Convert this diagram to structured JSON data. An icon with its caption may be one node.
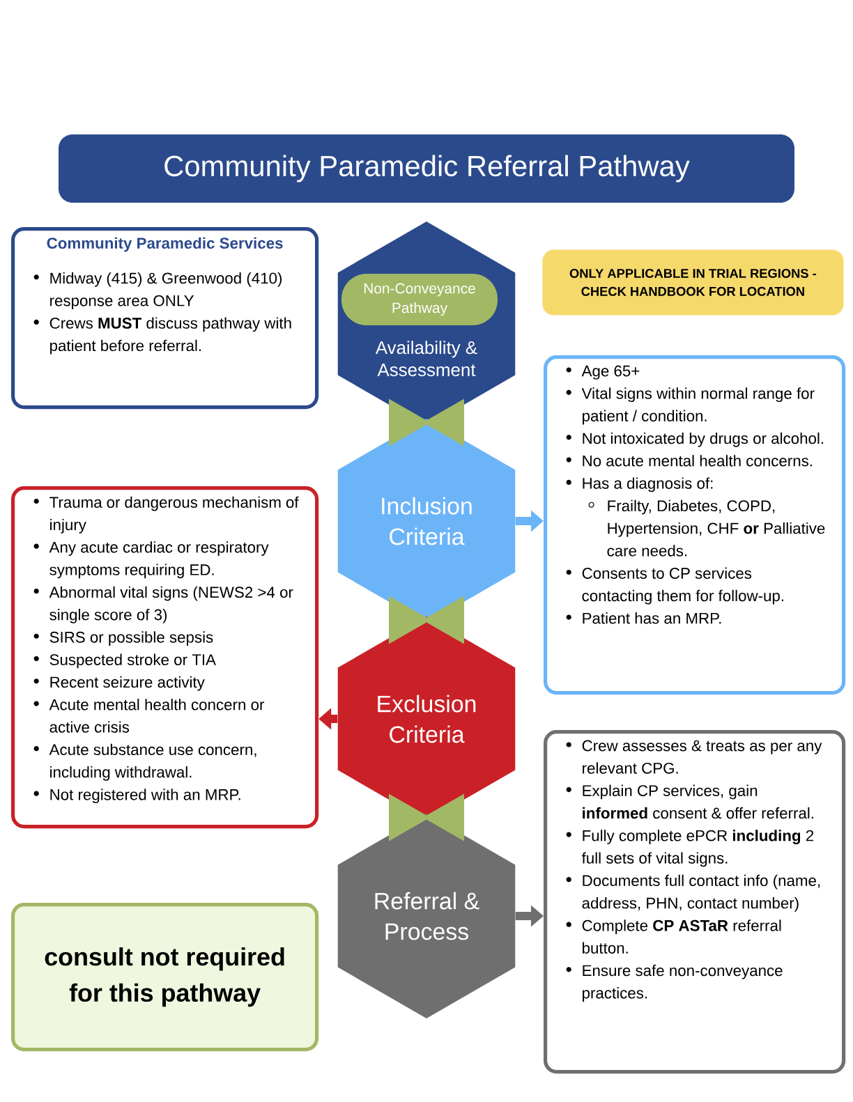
{
  "diagram": {
    "title": "Community Paramedic Referral Pathway",
    "nodes": [
      {
        "text": [
          "Community Paramedic Services",
          "Midway (415) & Greenwood (410) response area ONLY",
          "Crews **MUST** discuss pathway with patient before referral."
        ]
      },
      {
        "text": [
          "Availability & Assessment"
        ]
      },
      {
        "text": [
          "Non-Conveyance Pathway"
        ],
        "in": 1
      },
      {
        "text": [
          "ONLY APPLICABLE IN TRIAL REGIONS - CHECK HANDBOOK FOR LOCATION"
        ]
      },
      {
        "text": [
          "Inclusion Criteria"
        ]
      },
      {
        "text": [
          "Age 65+",
          "Vital signs within normal range for patient / condition.",
          "Not intoxicated by drugs or alcohol.",
          "No acute mental health concerns.",
          "Has a diagnosis of:",
          "Frailty, Diabetes, COPD, Hypertension, CHF **or** Palliative care needs.",
          "Consents to CP services contacting them for follow-up.",
          "Patient has an MRP."
        ]
      },
      {
        "text": [
          "Exclusion Criteria"
        ]
      },
      {
        "text": [
          "Trauma or dangerous mechanism of injury",
          "Any acute cardiac or respiratory symptoms requiring ED.",
          "Abnormal vital signs (NEWS2 >4 or single score of 3)",
          "SIRS or possible sepsis",
          "Suspected stroke or TIA",
          "Recent seizure activity",
          "Acute mental health concern or active crisis",
          "Acute substance use concern, including withdrawal.",
          "Not registered with an MRP."
        ]
      },
      {
        "text": [
          "Referral & Process"
        ]
      },
      {
        "text": [
          "Crew assesses & treats as per any relevant CPG.",
          "Explain CP services, gain **informed** consent & offer referral.",
          "Fully complete ePCR **including** 2 full sets of vital signs.",
          "Documents full contact info (name, address, PHN, contact number)",
          "Complete **CP ASTaR** referral button.",
          "Ensure safe non-conveyance practices."
        ]
      },
      {
        "text": [
          "consult not required for this pathway"
        ]
      }
    ],
    "edges": [
      {
        "from": 1,
        "to": 4,
        "arrow": "none",
        "style": "thick",
        "color": "#a3b865"
      },
      {
        "from": 4,
        "to": 6,
        "arrow": "none",
        "style": "thick",
        "color": "#a3b865"
      },
      {
        "from": 6,
        "to": 8,
        "arrow": "none",
        "style": "thick",
        "color": "#a3b865"
      },
      {
        "from": 4,
        "to": 5,
        "arrow": "to",
        "color": "#6cb4f8"
      },
      {
        "from": 6,
        "to": 7,
        "arrow": "to",
        "color": "#c92127"
      },
      {
        "from": 8,
        "to": 9,
        "arrow": "to",
        "color": "#6f6f6f"
      }
    ]
  }
}
